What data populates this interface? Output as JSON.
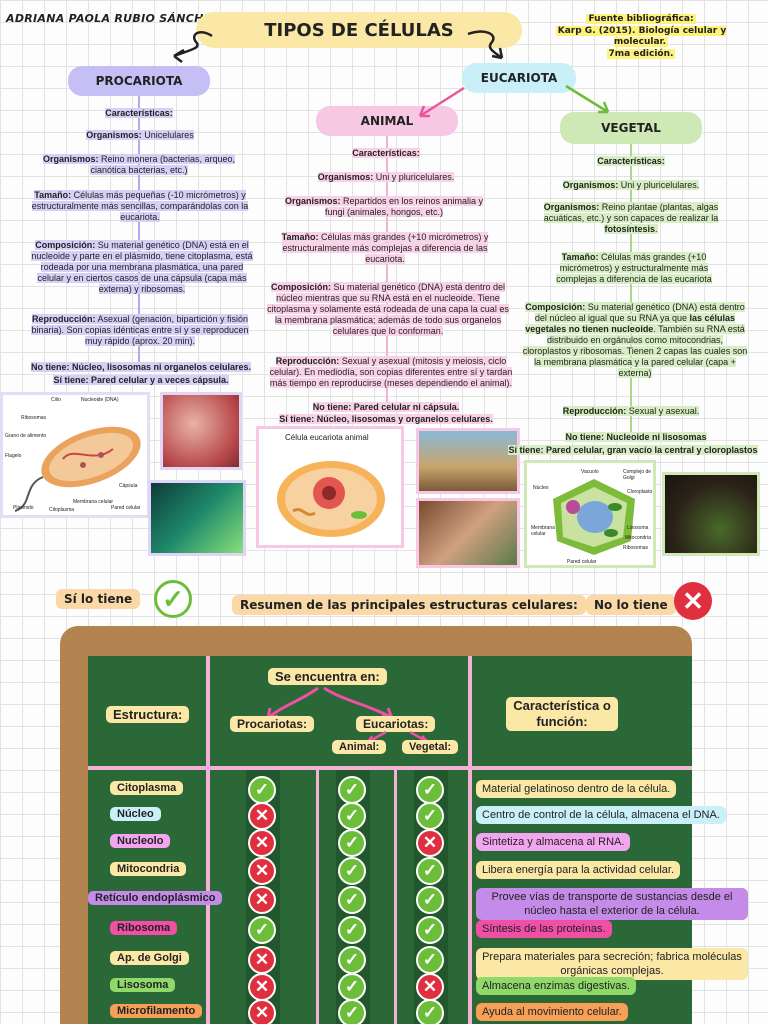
{
  "header": {
    "author": "ADRIANA PAOLA RUBIO SÁNCHEZ",
    "title": "TIPOS DE CÉLULAS",
    "source_lines": [
      "Fuente bibliográfica:",
      "Karp G. (2015). Biología celular y molecular.",
      "7ma edición."
    ]
  },
  "procariota": {
    "label": "PROCARIOTA",
    "items": [
      {
        "strong": "Características:",
        "text": ""
      },
      {
        "strong": "Organismos:",
        "text": " Unicelulares"
      },
      {
        "strong": "Organismos:",
        "text": " Reino monera (bacterias, arqueo, cianótica bacterias, etc.)"
      },
      {
        "strong": "Tamaño:",
        "text": " Células más pequeñas (-10 micrómetros) y estructuralmente más sencillas, comparándolas con la eucariota."
      },
      {
        "strong": "Composición:",
        "text": " Su material genético (DNA) está en el nucleoide y parte en el plásmido, tiene citoplasma, está rodeada por una membrana plasmática, una pared celular y en ciertos casos de una cápsula (capa más externa) y ribosomas."
      },
      {
        "strong": "Reproducción:",
        "text": " Asexual (genación, bipartición y fisión binaria). Son copias idénticas entre sí y se reproducen muy rápido (aprox. 20 min)."
      },
      {
        "strong": "No tiene: Núcleo, lisosomas ni organelos celulares.",
        "text": ""
      },
      {
        "strong": "Sí tiene: Pared celular y a veces cápsula.",
        "text": ""
      }
    ],
    "diagram_labels": [
      "Cilio",
      "Nucleoide (DNA)",
      "Ribosomas",
      "Grano de alimento",
      "Flagelo",
      "Cápsula",
      "Membrana celular",
      "Pared celular",
      "Plásmido",
      "Citoplasma"
    ]
  },
  "eucariota": {
    "label": "EUCARIOTA"
  },
  "animal": {
    "label": "ANIMAL",
    "items": [
      {
        "strong": "Características:",
        "text": ""
      },
      {
        "strong": "Organismos:",
        "text": " Uni y pluricelulares."
      },
      {
        "strong": "Organismos:",
        "text": " Repartidos en los reinos animalia y fungi (animales, hongos, etc.)"
      },
      {
        "strong": "Tamaño:",
        "text": " Células más grandes (+10 micrómetros) y estructuralmente más complejas a diferencia de las eucariota."
      },
      {
        "strong": "Composición:",
        "text": " Su material genético (DNA) está dentro del núcleo mientras que su RNA está en el nucleoide. Tiene citoplasma y solamente está rodeada de una capa la cual es la membrana plasmática; además de todo sus organelos celulares que lo conforman."
      },
      {
        "strong": "Reproducción:",
        "text": " Sexual y asexual (mitosis y meiosis, ciclo celular). En mediodía, son copias diferentes entre sí y tardan más tiempo en reproducirse (meses dependiendo el animal)."
      },
      {
        "strong": "No tiene: Pared celular ni cápsula.",
        "text": ""
      },
      {
        "strong": "Sí tiene: Núcleo, lisosomas y organelos celulares.",
        "text": ""
      }
    ],
    "diagram_title": "Célula eucariota animal"
  },
  "vegetal": {
    "label": "VEGETAL",
    "items": [
      {
        "strong": "Características:",
        "text": ""
      },
      {
        "strong": "Organismos:",
        "text": " Uni y pluricelulares."
      },
      {
        "strong": "Organismos:",
        "text": " Reino plantae (plantas, algas acuáticas, etc.) y son capaces de realizar la ",
        "tail": "fotosíntesis",
        "end": "."
      },
      {
        "strong": "Tamaño:",
        "text": " Células más grandes (+10 micrómetros) y estructuralmente más complejas a diferencia de las eucariota"
      },
      {
        "strong": "Composición:",
        "text": " Su material genético (DNA) está dentro del núcleo al igual que su RNA ya que ",
        "tail": "las células vegetales no tienen nucleoide",
        "end": ". También su RNA está distribuido en orgánulos como mitocondrias, cloroplastos y ribosomas. Tienen 2 capas las cuales son la membrana plasmática y la pared celular (capa + externa)"
      },
      {
        "strong": "Reproducción:",
        "text": " Sexual y asexual."
      },
      {
        "strong": "No tiene: Nucleoide ni lisosomas",
        "text": ""
      },
      {
        "strong": "Sí tiene: Pared celular, gran vacío la central y cloroplastos",
        "text": ""
      }
    ],
    "diagram_labels": [
      "Núcleo",
      "Vacuolo",
      "Complejo de Golgi",
      "Cloroplasto",
      "Membrana celular",
      "Lisosoma",
      "Mitocondria",
      "Ribosomas",
      "Pared celular"
    ]
  },
  "legend": {
    "yes_label": "Sí lo tiene",
    "no_label": "No lo tiene",
    "summary": "Resumen de las principales estructuras celulares:"
  },
  "table": {
    "col_structure": "Estructura:",
    "col_found": "Se encuentra en:",
    "col_prok": "Procariotas:",
    "col_euk": "Eucariotas:",
    "col_animal": "Animal:",
    "col_vegetal": "Vegetal:",
    "col_function": "Característica o función:",
    "rows": [
      {
        "name": "Citoplasma",
        "color": "#fbe8a6",
        "prok": true,
        "animal": true,
        "veg": true,
        "desc": "Material gelatinoso dentro de la célula.",
        "desc_color": "#fbe8a6"
      },
      {
        "name": "Núcleo",
        "color": "#c9f0f8",
        "prok": false,
        "animal": true,
        "veg": true,
        "desc": "Centro de control de la célula, almacena el DNA.",
        "desc_color": "#c9f0f8"
      },
      {
        "name": "Nucleolo",
        "color": "#f3a6ef",
        "prok": false,
        "animal": true,
        "veg": false,
        "desc": "Sintetiza y almacena al RNA.",
        "desc_color": "#f3a6ef"
      },
      {
        "name": "Mitocondria",
        "color": "#fbe8a6",
        "prok": false,
        "animal": true,
        "veg": true,
        "desc": "Libera energía para la actividad celular.",
        "desc_color": "#fbe8a6"
      },
      {
        "name": "Retículo endoplásmico",
        "color": "#c58be8",
        "prok": false,
        "animal": true,
        "veg": true,
        "desc": "Provee vías de transporte de sustancias desde el núcleo hasta el exterior de la célula.",
        "desc_color": "#c58be8"
      },
      {
        "name": "Ribosoma",
        "color": "#f04fa6",
        "prok": true,
        "animal": true,
        "veg": true,
        "desc": "Síntesis de las proteínas.",
        "desc_color": "#f04fa6"
      },
      {
        "name": "Ap. de Golgi",
        "color": "#fbe8a6",
        "prok": false,
        "animal": true,
        "veg": true,
        "desc": "Prepara materiales para secreción; fabrica moléculas orgánicas complejas.",
        "desc_color": "#fbe8a6"
      },
      {
        "name": "Lisosoma",
        "color": "#8fd86a",
        "prok": false,
        "animal": true,
        "veg": false,
        "desc": "Almacena enzimas digestivas.",
        "desc_color": "#8fd86a"
      },
      {
        "name": "Microfilamento",
        "color": "#f6a057",
        "prok": false,
        "animal": true,
        "veg": true,
        "desc": "Ayuda al movimiento celular.",
        "desc_color": "#f6a057"
      }
    ]
  }
}
